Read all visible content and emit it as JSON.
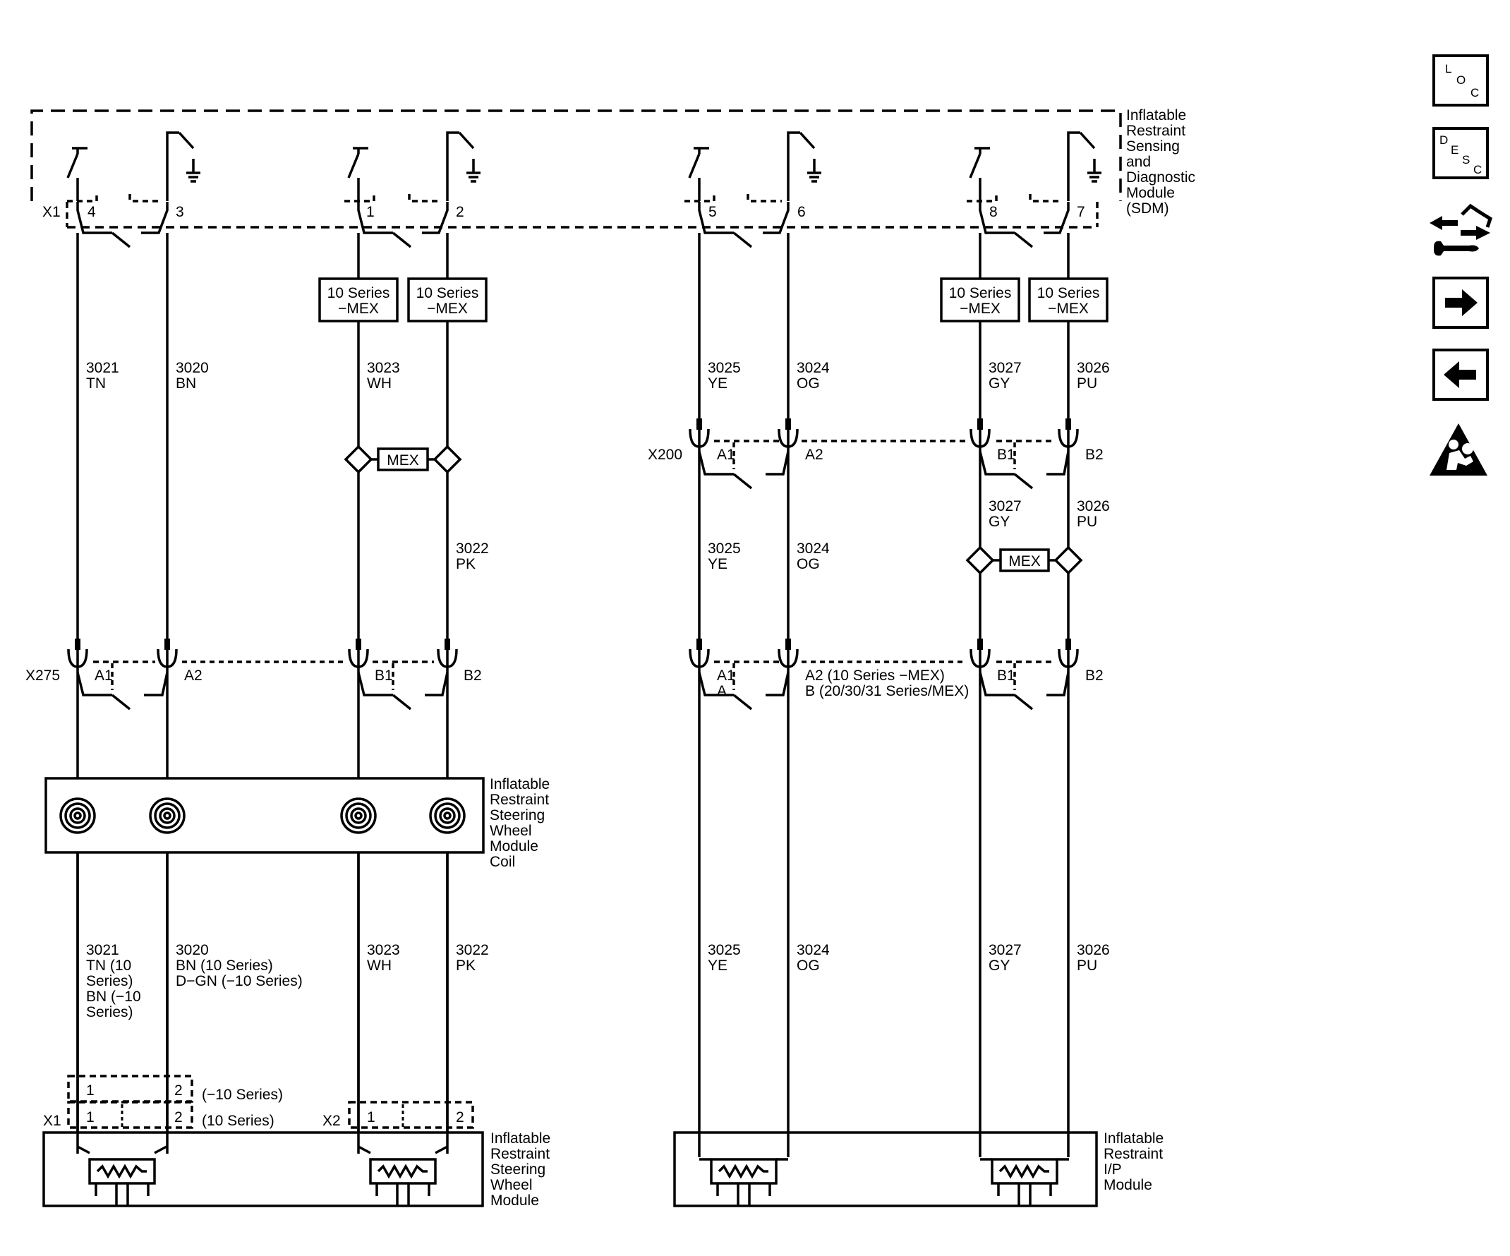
{
  "sdm": {
    "label": [
      "Inflatable",
      "Restraint",
      "Sensing",
      "and",
      "Diagnostic",
      "Module",
      "(SDM)"
    ],
    "connector": "X1",
    "pins": [
      "4",
      "3",
      "1",
      "2",
      "5",
      "6",
      "8",
      "7"
    ]
  },
  "options": {
    "series_mex": [
      "10 Series",
      "−MEX"
    ],
    "mex": "MEX"
  },
  "upper_wires": [
    [
      "3021",
      "TN"
    ],
    [
      "3020",
      "BN"
    ],
    [
      "3023",
      "WH"
    ],
    [
      "3025",
      "YE"
    ],
    [
      "3024",
      "OG"
    ],
    [
      "3027",
      "GY"
    ],
    [
      "3026",
      "PU"
    ]
  ],
  "x200": {
    "name": "X200",
    "pins": [
      "A1",
      "A2",
      "B1",
      "B2"
    ]
  },
  "middle_wires": [
    [
      "3022",
      "PK"
    ],
    [
      "3027",
      "GY"
    ],
    [
      "3026",
      "PU"
    ],
    [
      "3025",
      "YE"
    ],
    [
      "3024",
      "OG"
    ]
  ],
  "x275": {
    "name": "X275",
    "pins": [
      "A1",
      "A2",
      "B1",
      "B2"
    ]
  },
  "ip_inline": {
    "pin1": [
      "A1",
      "A"
    ],
    "pin2": [
      "A2 (10 Series −MEX)",
      "B (20/30/31 Series/MEX)"
    ],
    "pin3": "B1",
    "pin4": "B2"
  },
  "coil": {
    "label": [
      "Inflatable",
      "Restraint",
      "Steering",
      "Wheel",
      "Module",
      "Coil"
    ]
  },
  "lower_wires": {
    "w3021": [
      "3021",
      "TN (10",
      "Series)",
      "BN (−10",
      "Series)"
    ],
    "w3020": [
      "3020",
      "BN (10 Series)",
      "D−GN (−10 Series)"
    ],
    "w3023": [
      "3023",
      "WH"
    ],
    "w3022": [
      "3022",
      "PK"
    ],
    "w3025": [
      "3025",
      "YE"
    ],
    "w3024": [
      "3024",
      "OG"
    ],
    "w3027": [
      "3027",
      "GY"
    ],
    "w3026": [
      "3026",
      "PU"
    ]
  },
  "sw_module": {
    "connectors": [
      "X1",
      "X2"
    ],
    "pins": [
      "1",
      "2"
    ],
    "variant_minus": "(−10 Series)",
    "variant_10": "(10 Series)",
    "label": [
      "Inflatable",
      "Restraint",
      "Steering",
      "Wheel",
      "Module"
    ]
  },
  "ip_module": {
    "label": [
      "Inflatable",
      "Restraint",
      "I/P",
      "Module"
    ]
  },
  "nav_icons": [
    {
      "name": "location-icon",
      "letters": [
        "L",
        "O",
        "C"
      ]
    },
    {
      "name": "description-icon",
      "letters": [
        "D",
        "E",
        "S",
        "C"
      ]
    },
    {
      "name": "diagnostic-icon"
    },
    {
      "name": "next-arrow-icon"
    },
    {
      "name": "previous-arrow-icon"
    },
    {
      "name": "airbag-warning-icon"
    }
  ]
}
